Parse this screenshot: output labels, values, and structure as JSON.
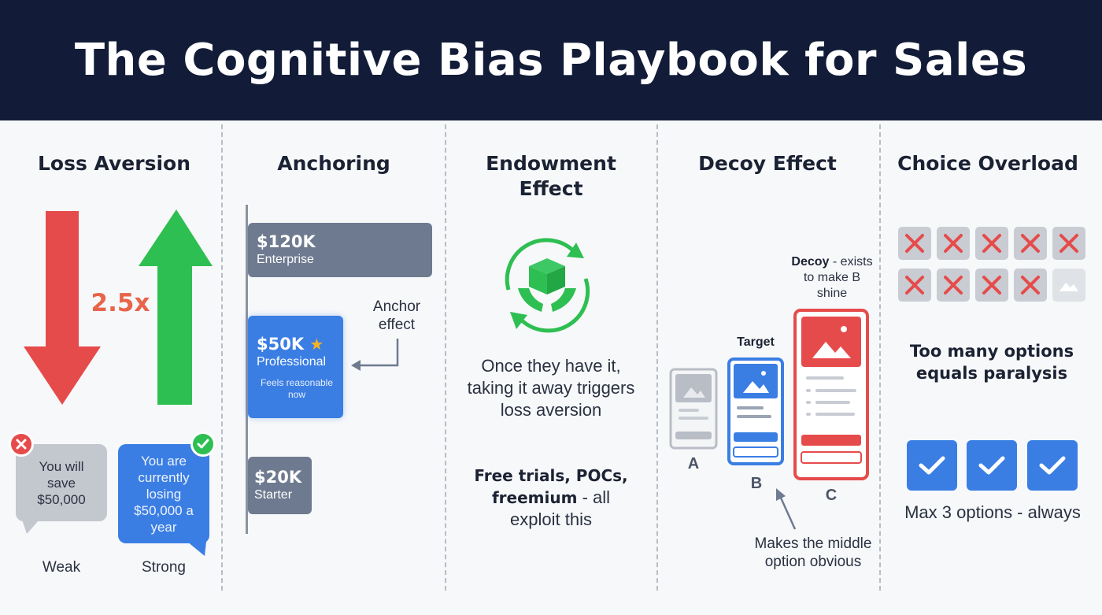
{
  "header": {
    "title": "The Cognitive Bias Playbook for Sales"
  },
  "colors": {
    "navy": "#121c38",
    "red": "#e64b4b",
    "green": "#2ebf52",
    "blue": "#3a7ee4",
    "gray": "#6e7a8f",
    "orange": "#e8644a"
  },
  "loss_aversion": {
    "title": "Loss Aversion",
    "multiplier": "2.5x",
    "weak_message": "You will save $50,000",
    "strong_message": "You are currently losing $50,000 a year",
    "weak_label": "Weak",
    "strong_label": "Strong",
    "weak_icon": "x-icon",
    "strong_icon": "check-icon"
  },
  "anchoring": {
    "title": "Anchoring",
    "tiers": [
      {
        "price": "$120K",
        "name": "Enterprise"
      },
      {
        "price": "$50K",
        "name": "Professional",
        "note": "Feels reasonable now"
      },
      {
        "price": "$20K",
        "name": "Starter"
      }
    ],
    "anchor_label": "Anchor effect"
  },
  "endowment": {
    "title": "Endowment Effect",
    "icon": "hands-cube-cycle-icon",
    "body": "Once they have it, taking it away triggers loss aversion",
    "bold_part": "Free trials, POCs, freemium",
    "rest_part": " - all exploit this"
  },
  "decoy": {
    "title": "Decoy Effect",
    "decoy_bold": "Decoy",
    "decoy_rest": " - exists to make B shine",
    "target_label": "Target",
    "letters": [
      "A",
      "B",
      "C"
    ],
    "caption": "Makes the middle option obvious"
  },
  "choice_overload": {
    "title": "Choice Overload",
    "message": "Too many options equals paralysis",
    "footer": "Max 3 options - always"
  }
}
